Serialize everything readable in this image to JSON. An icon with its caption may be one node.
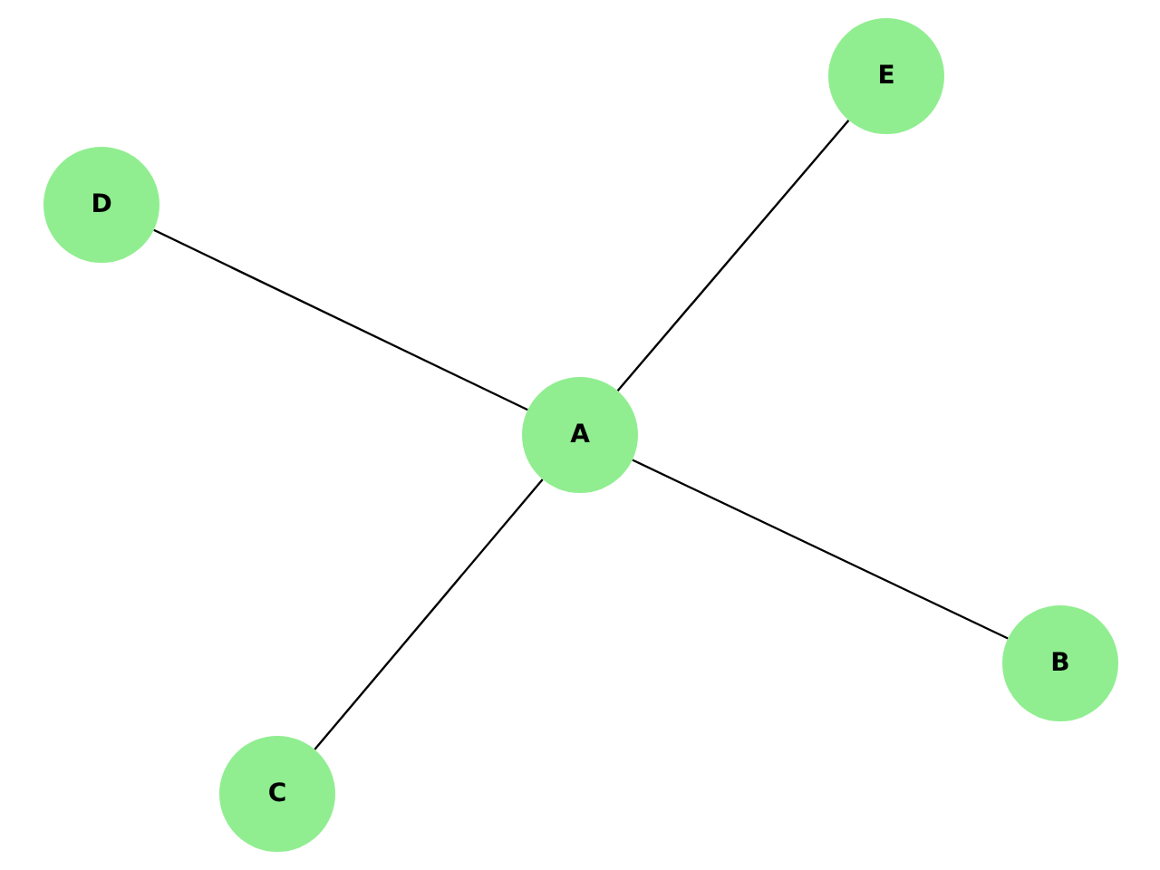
{
  "diagram": {
    "nodes": [
      {
        "text": [
          "A"
        ]
      },
      {
        "text": [
          "B"
        ]
      },
      {
        "text": [
          "C"
        ]
      },
      {
        "text": [
          "D"
        ]
      },
      {
        "text": [
          "E"
        ]
      }
    ],
    "edges": [
      {
        "from": 0,
        "to": 1,
        "arrow": "none"
      },
      {
        "from": 0,
        "to": 2,
        "arrow": "none"
      },
      {
        "from": 0,
        "to": 3,
        "arrow": "none"
      },
      {
        "from": 0,
        "to": 4,
        "arrow": "none"
      }
    ]
  }
}
